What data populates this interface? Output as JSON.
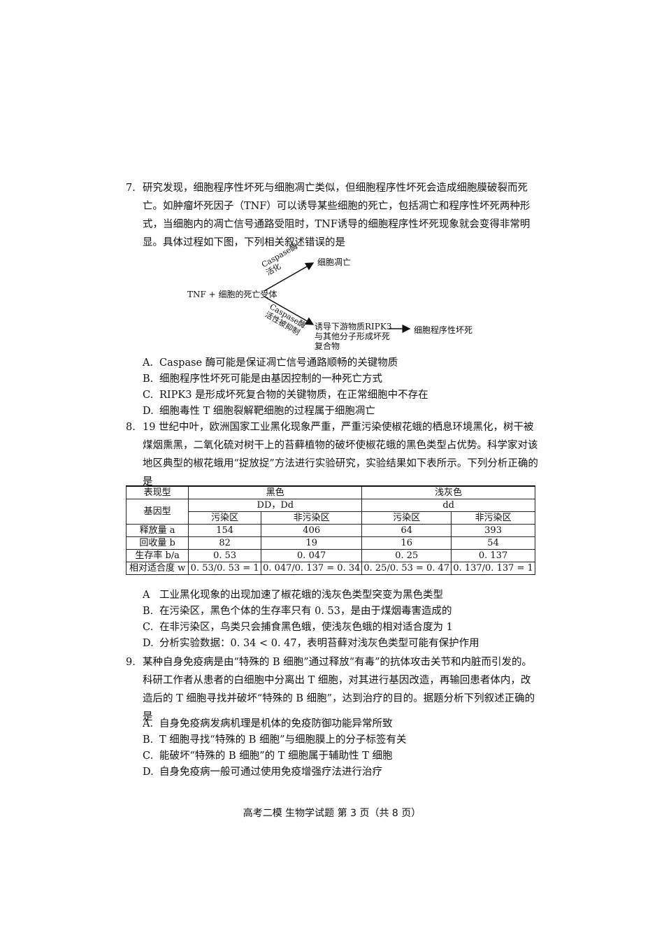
{
  "q7": {
    "num": "7.",
    "text": "研究发现，细胞程序性坏死与细胞凋亡类似，但细胞程序性坏死会造成细胞膜破裂而死亡。如肿瘤坏死因子（TNF）可以诱导某些细胞的死亡，包括凋亡和程序性坏死两种形式，当细胞内的凋亡信号通路受阻时，TNF诱导的细胞程序性坏死现象就会变得非常明显。具体过程如下图，下列相关叙述错误的是",
    "diagram": {
      "source": "TNF + 细胞的死亡受体",
      "upper_label": "Caspase酶活化",
      "upper_target": "细胞凋亡",
      "lower_label": "Caspase酶活性被抑制",
      "lower_mid_1": "诱导下游物质RIPK3",
      "lower_mid_2": "与其他分子形成坏死",
      "lower_mid_3": "复合物",
      "lower_target": "细胞程序性坏死"
    },
    "options": [
      {
        "letter": "A.",
        "text": "Caspase 酶可能是保证凋亡信号通路顺畅的关键物质"
      },
      {
        "letter": "B.",
        "text": "细胞程序性坏死可能是由基因控制的一种死亡方式"
      },
      {
        "letter": "C.",
        "text": "RIPK3 是形成坏死复合物的关键物质，在正常细胞中不存在"
      },
      {
        "letter": "D.",
        "text": "细胞毒性 T 细胞裂解靶细胞的过程属于细胞凋亡"
      }
    ]
  },
  "q8": {
    "num": "8.",
    "text": "19 世纪中叶，欧洲国家工业黑化现象严重，严重污染使椒花蛾的栖息环境黑化，树干被煤烟熏黑，二氧化硫对树干上的苔藓植物的破坏使椒花蛾的黑色类型占优势。科学家对该地区典型的椒花蛾用“捉放捉”方法进行实验研究，实验结果如下表所示。下列分析正确的是",
    "table": {
      "h_phenotype": "表现型",
      "h_black": "黑色",
      "h_grey": "浅灰色",
      "h_genotype": "基因型",
      "g_black": "DD，Dd",
      "g_grey": "dd",
      "areas": [
        "污染区",
        "非污染区",
        "污染区",
        "非污染区"
      ],
      "rows": [
        {
          "label": "释放量 a",
          "cells": [
            "154",
            "406",
            "64",
            "393"
          ]
        },
        {
          "label": "回收量 b",
          "cells": [
            "82",
            "19",
            "16",
            "54"
          ]
        },
        {
          "label": "生存率 b/a",
          "cells": [
            "0. 53",
            "0. 047",
            "0. 25",
            "0. 137"
          ]
        },
        {
          "label": "相对适合度 w",
          "cells": [
            "0. 53/0. 53 = 1",
            "0. 047/0. 137 = 0. 34",
            "0. 25/0. 53 = 0. 47",
            "0. 137/0. 137 = 1"
          ]
        }
      ]
    },
    "options": [
      {
        "letter": "A",
        "text": "工业黑化现象的出现加速了椒花蛾的浅灰色类型突变为黑色类型"
      },
      {
        "letter": "B.",
        "text": "在污染区，黑色个体的生存率只有 0. 53，是由于煤烟毒害造成的"
      },
      {
        "letter": "C.",
        "text": "在非污染区，鸟类只会捕食黑色蛾，使浅灰色蛾的相对适合度为 1"
      },
      {
        "letter": "D.",
        "text": "分析实验数据：0. 34 < 0. 47，表明苔藓对浅灰色类型可能有保护作用"
      }
    ]
  },
  "q9": {
    "num": "9.",
    "text": "某种自身免疫病是由“特殊的 B 细胞”通过释放“有毒”的抗体攻击关节和内脏而引发的。科研工作者从患者的白细胞中分离出 T 细胞，对其进行基因改造，再输回患者体内，改造后的 T 细胞寻找并破坏“特殊的 B 细胞”，达到治疗的目的。据题分析下列叙述正确的是",
    "options": [
      {
        "letter": "A.",
        "text": "自身免疫病发病机理是机体的免疫防御功能异常所致"
      },
      {
        "letter": "B.",
        "text": "T 细胞寻找“特殊的 B 细胞”与细胞膜上的分子标签有关"
      },
      {
        "letter": "C.",
        "text": "能破坏“特殊的 B 细胞”的 T 细胞属于辅助性 T 细胞"
      },
      {
        "letter": "D.",
        "text": "自身免疫病一般可通过使用免疫增强疗法进行治疗"
      }
    ]
  },
  "footer": "高考二模 生物学试题 第 3 页（共 8 页）"
}
